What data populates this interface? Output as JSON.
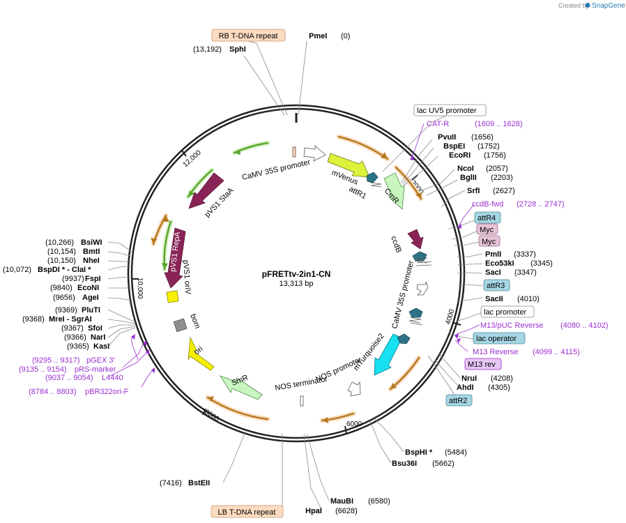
{
  "watermark": {
    "prefix": "Created by",
    "brand": "SnapGene"
  },
  "plasmid": {
    "name": "pFRETtv-2in1-CN",
    "size_label": "13,313 bp",
    "length": 13313
  },
  "colors": {
    "ring": "#222222",
    "orange": "#e89a1e",
    "green": "#66bb33",
    "maroon": "#8a2456",
    "yellow_green": "#ddf23a",
    "light_green": "#c9f5c0",
    "teal": "#2d7388",
    "cyan": "#17e1f2",
    "yellow": "#f5f000",
    "purple": "#9a2fd0",
    "boxed_orange": "#fbdcc0",
    "boxed_teal": "#a6d6e3",
    "boxed_pink": "#e5c3d6"
  },
  "ticks": [
    "2000",
    "4000",
    "6000",
    "8000",
    "10,000",
    "12,000"
  ],
  "boxed_features": {
    "rb": "RB T-DNA repeat",
    "lb": "LB T-DNA repeat",
    "lacuv5": "lac UV5 promoter",
    "attr4": "attR4",
    "myc1": "Myc",
    "myc2": "Myc",
    "attr3": "attR3",
    "lacprom": "lac promoter",
    "lacop": "lac operator",
    "m13rev": "M13 rev",
    "attr2": "attR2"
  },
  "sites_right": [
    {
      "name": "PmeI",
      "pos": "(0)"
    },
    {
      "name": "PvuII",
      "pos": "(1656)"
    },
    {
      "name": "BspEI",
      "pos": "(1752)"
    },
    {
      "name": "EcoRI",
      "pos": "(1756)"
    },
    {
      "name": "NcoI",
      "pos": "(2057)"
    },
    {
      "name": "BglII",
      "pos": "(2203)"
    },
    {
      "name": "SrfI",
      "pos": "(2627)"
    },
    {
      "name": "PmlI",
      "pos": "(3337)"
    },
    {
      "name": "Eco53kI",
      "pos": "(3345)"
    },
    {
      "name": "SacI",
      "pos": "(3347)"
    },
    {
      "name": "SacII",
      "pos": "(4010)"
    },
    {
      "name": "NruI",
      "pos": "(4208)"
    },
    {
      "name": "AhdI",
      "pos": "(4305)"
    },
    {
      "name": "BspHI *",
      "pos": "(5484)"
    },
    {
      "name": "Bsu36I",
      "pos": "(5662)"
    },
    {
      "name": "MauBI",
      "pos": "(6580)"
    },
    {
      "name": "HpaI",
      "pos": "(6628)"
    }
  ],
  "sites_left": [
    {
      "name": "SphI",
      "pos": "(13,192)"
    },
    {
      "name": "BsiWI",
      "pos": "(10,266)"
    },
    {
      "name": "BmtI",
      "pos": "(10,154)"
    },
    {
      "name": "NheI",
      "pos": "(10,150)"
    },
    {
      "name": "BspDI * - ClaI *",
      "pos": "(10,072)"
    },
    {
      "name": "FspI",
      "pos": "(9937)"
    },
    {
      "name": "EcoNI",
      "pos": "(9840)"
    },
    {
      "name": "AgeI",
      "pos": "(9656)"
    },
    {
      "name": "PluTI",
      "pos": "(9369)"
    },
    {
      "name": "MreI - SgrAI",
      "pos": "(9368)"
    },
    {
      "name": "SfoI",
      "pos": "(9367)"
    },
    {
      "name": "NarI",
      "pos": "(9366)"
    },
    {
      "name": "KasI",
      "pos": "(9365)"
    },
    {
      "name": "BstEII",
      "pos": "(7416)"
    }
  ],
  "primers": {
    "catr": {
      "name": "CAT-R",
      "pos": "(1609 .. 1628)"
    },
    "ccdb": {
      "name": "ccdB-fwd",
      "pos": "(2728 .. 2747)"
    },
    "m13puc": {
      "name": "M13/pUC Reverse",
      "pos": "(4080 .. 4102)"
    },
    "m13r": {
      "name": "M13 Reverse",
      "pos": "(4099 .. 4115)"
    },
    "pgex": {
      "name": "pGEX 3'",
      "pos": "(9295 .. 9317)"
    },
    "prs": {
      "name": "pRS-marker",
      "pos": "(9135 .. 9154)"
    },
    "l4440": {
      "name": "L4440",
      "pos": "(9037 .. 9054)"
    },
    "pbr": {
      "name": "pBR322ori-F",
      "pos": "(8784 .. 8803)"
    }
  },
  "features": {
    "camv1": "CaMV 35S promoter",
    "mvenus": "mVenus",
    "attr1": "attR1",
    "cmr": "CmR",
    "ccdb": "ccdB",
    "camv2": "CaMV 35S promoter",
    "mturq": "mTurquoise2",
    "nosp": "NOS promoter",
    "nost": "NOS terminator",
    "smr": "SmR",
    "ori": "ori",
    "bom": "bom",
    "pvs1ori": "pVS1 oriV",
    "repa": "pVS1 RepA",
    "staa": "pVS1 StaA"
  }
}
